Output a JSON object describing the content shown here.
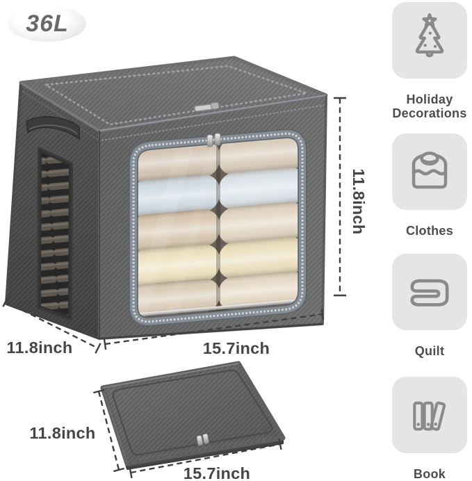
{
  "badge": {
    "volume": "36L"
  },
  "dimensions": {
    "box_height": "11.8inch",
    "box_depth": "11.8inch",
    "box_width": "15.7inch",
    "folded_depth": "11.8inch",
    "folded_width": "15.7inch"
  },
  "sidebar": {
    "items": [
      {
        "label": "Holiday Decorations",
        "icon": "christmas-tree-icon"
      },
      {
        "label": "Clothes",
        "icon": "sweater-icon"
      },
      {
        "label": "Quilt",
        "icon": "quilt-icon"
      },
      {
        "label": "Book",
        "icon": "book-icon"
      }
    ]
  },
  "product": {
    "clothes_rows": [
      {
        "left": "#cfc0ae",
        "right": "#d6c9b6"
      },
      {
        "left": "#ccd8e0",
        "right": "#d9e0e6"
      },
      {
        "left": "#d5c3ab",
        "right": "#e0d2bc"
      },
      {
        "left": "#eddfba",
        "right": "#e9dcb7"
      },
      {
        "left": "#d8c8b2",
        "right": "#e3d6c0"
      }
    ]
  },
  "colors": {
    "fabric_top": "#666666",
    "fabric_top_light": "#7d7d7d",
    "fabric_front": "#626262",
    "fabric_front_light": "#707070",
    "fabric_side": "#565656",
    "fabric_side_dark": "#414141",
    "mat_light": "#6f6f6f",
    "mat": "#575757",
    "zipper_tape": "#878d95",
    "dimension_text": "#454545",
    "icon_stroke": "#8a8a8a",
    "icon_bg": "#e5e5e5",
    "label_text": "#4c4c4c"
  }
}
